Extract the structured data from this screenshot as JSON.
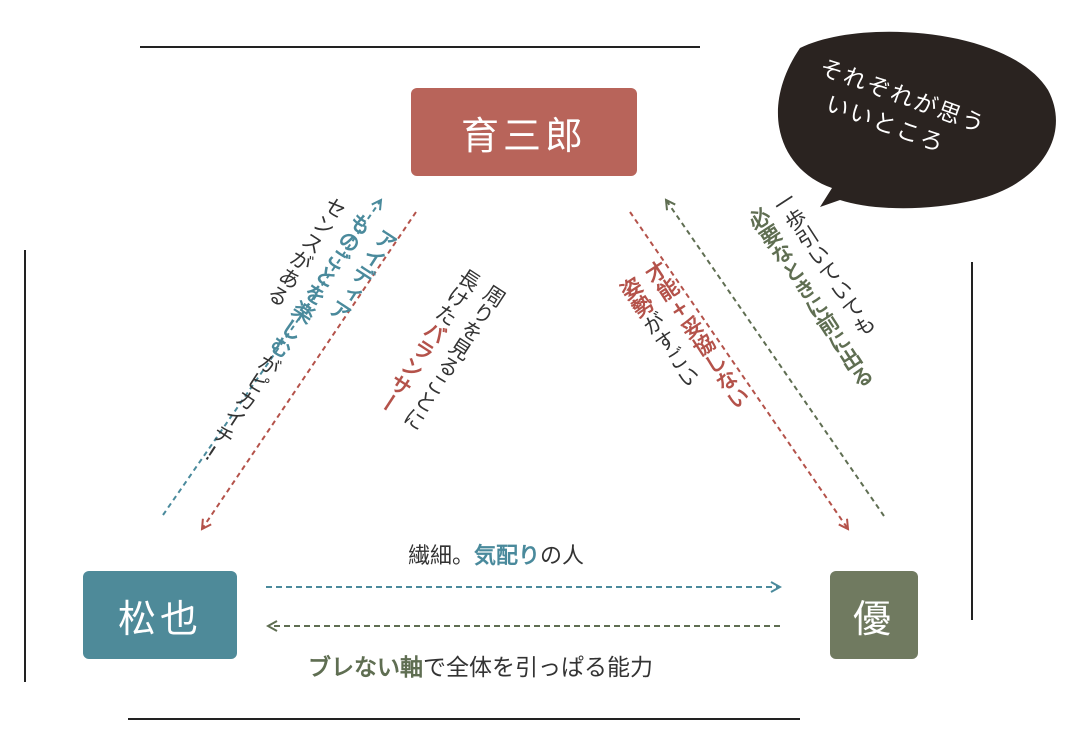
{
  "colors": {
    "ikuzaburo": "#b8645a",
    "matsuya": "#4e8a99",
    "yu": "#707a60",
    "bubble": "#2a2320",
    "teal_text": "#4a8a9c",
    "red_text": "#b4524a",
    "green_text": "#5f6e52"
  },
  "nodes": {
    "ikuzaburo": "育三郎",
    "matsuya": "松也",
    "yu": "優"
  },
  "bubble": {
    "line1": "それぞれが思う",
    "line2": "いいところ"
  },
  "labels": {
    "matsuya_to_ikuzaburo": {
      "line1": "アイディア",
      "line2a": "ものごとを楽しむ",
      "line3": "センスがある",
      "tail": "がピカイチ!"
    },
    "ikuzaburo_to_matsuya": {
      "line1": "周りを見ることに",
      "line2a": "長けた",
      "line2b": "バランサー"
    },
    "ikuzaburo_to_yu": {
      "line1a": "才能+妥協しない",
      "line2a": "姿勢",
      "line2b": "がすごい"
    },
    "yu_to_ikuzaburo": {
      "line1": "一歩引いていても",
      "line2": "必要なときに前に出る"
    },
    "matsuya_to_yu": {
      "prefix": "繊細。",
      "bold": "気配り",
      "suffix": "の人"
    },
    "yu_to_matsuya": {
      "bold": "ブレない軸",
      "suffix": "で全体を引っぱる能力"
    }
  }
}
